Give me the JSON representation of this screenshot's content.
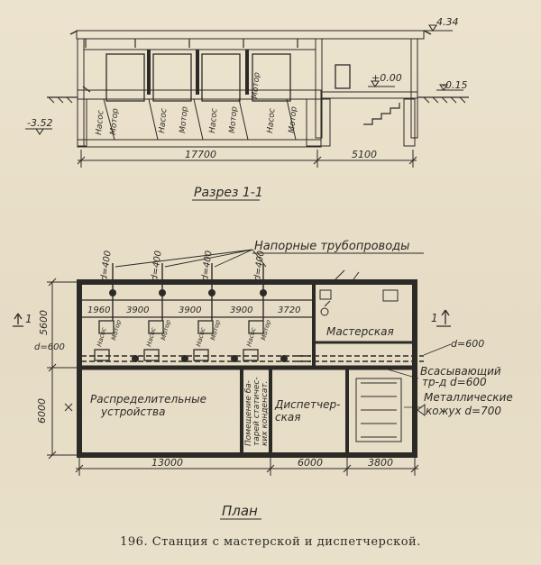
{
  "section": {
    "title": "Разрез 1-1",
    "elev_top": "4.34",
    "elev_floor": "+0.00",
    "elev_ground": "-0.15",
    "elev_bottom": "-3.52",
    "dim_main": "17700",
    "dim_side": "5100",
    "labels": [
      "Насос",
      "Мотор",
      "Насос",
      "Мотор",
      "Насос",
      "Мотор",
      "Мотор",
      "Насос",
      "Мотор"
    ]
  },
  "plan": {
    "title": "План",
    "pressure_pipes": "Напорные трубопроводы",
    "pipe_diam": [
      "d=400",
      "d=400",
      "d=400",
      "d=400"
    ],
    "top_dims": [
      "1960",
      "3900",
      "3900",
      "3900",
      "3720"
    ],
    "left_dim_top": "5600",
    "left_dim_bottom": "6000",
    "left_pipe": "d=600",
    "section_mark": "1",
    "workshop": "Мастерская",
    "right_pipe": "d=600",
    "suction": [
      "Всасывающий",
      "тр-д d=600"
    ],
    "casing": [
      "Металлические",
      "кожух d=700"
    ],
    "switchgear": [
      "Распределительные",
      "устройства"
    ],
    "condensers": [
      "Помещение ба-",
      "тарей статичес-",
      "ких конденсат."
    ],
    "dispatch": [
      "Диспетчер-",
      "ская"
    ],
    "bottom_dims": [
      "13000",
      "6000",
      "3800"
    ],
    "motor_labels": [
      "Мотор",
      "Мотор",
      "Мотор",
      "Мотор"
    ],
    "pump_labels": [
      "Насос",
      "Насос",
      "Насос",
      "Насос"
    ]
  },
  "caption": "196. Станция с мастерской и диспетчерской."
}
